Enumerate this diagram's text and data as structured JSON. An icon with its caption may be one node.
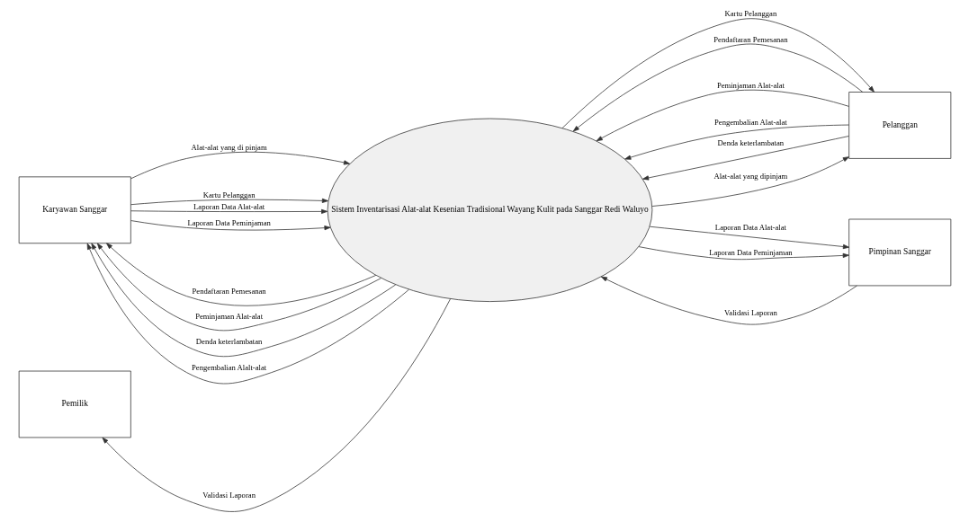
{
  "diagram": {
    "nodes": [
      {
        "text": [
          "Karyawan Sanggar"
        ]
      },
      {
        "text": [
          "Pelanggan"
        ]
      },
      {
        "text": [
          "Sistem Inventarisasi Alat-alat Kesenian Tradisional Wayang Kulit pada Sanggar Redi Waluyo"
        ]
      },
      {
        "text": [
          "Pemilik"
        ]
      },
      {
        "text": [
          "Pimpinan Sanggar"
        ]
      }
    ],
    "edges": [
      {
        "from": 2,
        "to": 0,
        "arrow": "to",
        "label": "Pendaftaran Pemesanan"
      },
      {
        "from": 2,
        "to": 0,
        "arrow": "to",
        "label": "Peminjaman Alat-alat"
      },
      {
        "from": 2,
        "to": 0,
        "arrow": "to",
        "label": "Denda keterlambatan"
      },
      {
        "from": 1,
        "to": 2,
        "arrow": "to",
        "label": "Pendaftaran Pemesanan"
      },
      {
        "from": 1,
        "to": 2,
        "arrow": "to",
        "label": "Peminjaman Alat-alat"
      },
      {
        "from": 1,
        "to": 2,
        "arrow": "to",
        "label": "Pengembalian Alat-alat"
      },
      {
        "from": 0,
        "to": 2,
        "arrow": "to",
        "label": "Alat-alat yang di pinjam"
      },
      {
        "from": 0,
        "to": 2,
        "arrow": "to",
        "label": "Kartu Pelanggan"
      },
      {
        "from": 2,
        "to": 0,
        "arrow": "to",
        "label": "Pengembalian Alalt-alat"
      },
      {
        "from": 1,
        "to": 2,
        "arrow": "to",
        "label": "Denda keterlambatan"
      },
      {
        "from": 2,
        "to": 1,
        "arrow": "to",
        "label": "Alat-alat yang dipinjam"
      },
      {
        "from": 2,
        "to": 1,
        "arrow": "to",
        "label": "Kartu Pelanggan"
      },
      {
        "from": 0,
        "to": 2,
        "arrow": "to",
        "label": "Laporan Data Alat-alat"
      },
      {
        "from": 2,
        "to": 4,
        "arrow": "to",
        "label": "Laporan Data Alat-alat"
      },
      {
        "from": 0,
        "to": 2,
        "arrow": "to",
        "label": "Laporan Data Peminjaman"
      },
      {
        "from": 4,
        "to": 2,
        "arrow": "to",
        "label": "Validasi Laporan"
      },
      {
        "from": 2,
        "to": 3,
        "arrow": "to",
        "label": "Validasi Laporan"
      },
      {
        "from": 2,
        "to": 4,
        "arrow": "to",
        "label": "Laporan Data Peminjaman"
      }
    ]
  }
}
